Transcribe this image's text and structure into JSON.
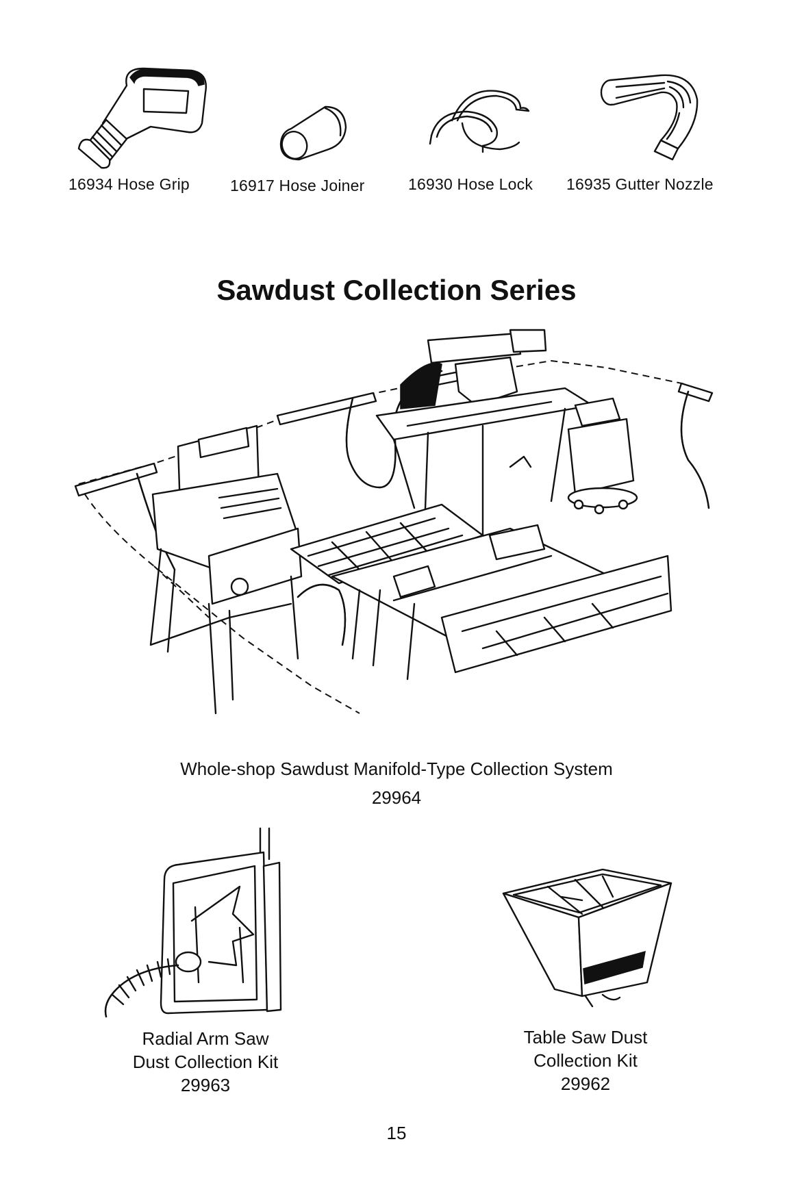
{
  "accessories": [
    {
      "label": "16934 Hose Grip",
      "icon": "hose-grip-icon"
    },
    {
      "label": "16917 Hose Joiner",
      "icon": "hose-joiner-icon"
    },
    {
      "label": "16930 Hose Lock",
      "icon": "hose-lock-icon"
    },
    {
      "label": "16935 Gutter Nozzle",
      "icon": "gutter-nozzle-icon"
    }
  ],
  "section_title": "Sawdust Collection Series",
  "manifold": {
    "title": "Whole-shop Sawdust Manifold-Type Collection System",
    "part_number": "29964"
  },
  "radial_kit": {
    "line1": "Radial Arm Saw",
    "line2": "Dust Collection Kit",
    "part_number": "29963"
  },
  "table_kit": {
    "line1": "Table Saw Dust",
    "line2": "Collection Kit",
    "part_number": "29962"
  },
  "page_number": "15"
}
